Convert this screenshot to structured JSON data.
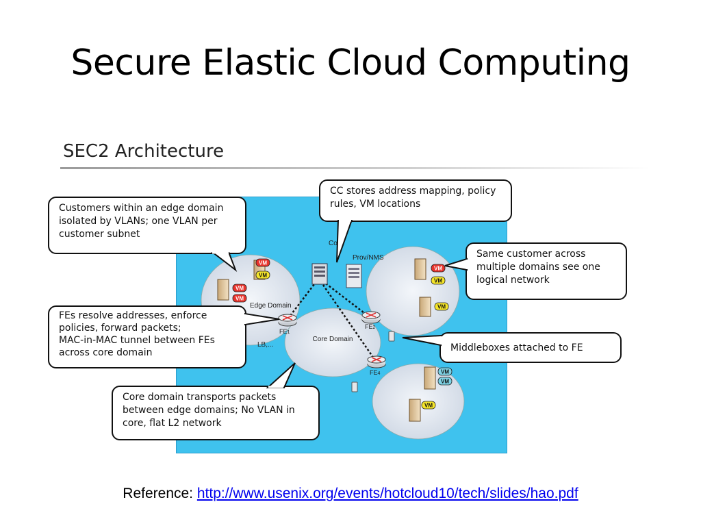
{
  "slide": {
    "title": "Secure Elastic Cloud Computing",
    "section_title": "SEC2 Architecture"
  },
  "diagram": {
    "background_color": "#3fc2ee",
    "domains": {
      "edge_left": "Edge Domain",
      "core": "Core Domain"
    },
    "nodes": {
      "cc": "Con",
      "prov_nms": "Prov/NMS",
      "lb": "LB,...",
      "fe1": "FE",
      "fe1_sub": "1",
      "fe2": "FE",
      "fe2_sub": "2",
      "fe4": "FE",
      "fe4_sub": "4"
    },
    "vm_label": "VM",
    "vm_colors": {
      "red": "#e8332c",
      "yellow": "#f5e52a",
      "blue": "#7fd3e6"
    }
  },
  "callouts": {
    "customers": "Customers within an edge domain isolated by VLANs; one VLAN per customer subnet",
    "cc_stores": "CC stores address mapping, policy rules, VM locations",
    "same_customer": "Same customer across multiple domains see one logical network",
    "fes_resolve": "FEs resolve addresses, enforce policies, forward packets;",
    "mac_in_mac": "MAC-in-MAC tunnel between FEs across core domain",
    "middleboxes": "Middleboxes attached to FE",
    "core_transport": "Core domain transports packets between edge domains; No VLAN in core, flat L2 network"
  },
  "reference": {
    "label": "Reference: ",
    "url": "http://www.usenix.org/events/hotcloud10/tech/slides/hao.pdf"
  }
}
